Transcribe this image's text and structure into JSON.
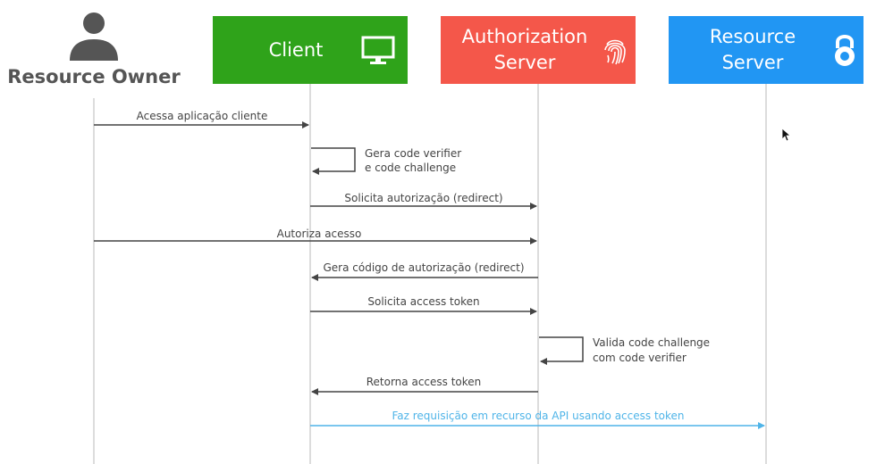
{
  "actors": [
    {
      "key": "owner",
      "label": "Resource Owner",
      "icon": "user-silhouette-icon"
    },
    {
      "key": "client",
      "label": "Client",
      "color": "#2fa31a",
      "icon": "monitor-icon"
    },
    {
      "key": "auth",
      "label": "Authorization\nServer",
      "color": "#f4574a",
      "icon": "fingerprint-icon"
    },
    {
      "key": "resource",
      "label": "Resource\nServer",
      "color": "#2196f3",
      "icon": "padlock-icon"
    }
  ],
  "messages": [
    {
      "from": "owner",
      "to": "client",
      "text": "Acessa aplicação cliente"
    },
    {
      "from": "client",
      "to": "client",
      "lines": [
        "Gera code verifier",
        "e code challenge"
      ]
    },
    {
      "from": "client",
      "to": "auth",
      "text": "Solicita autorização (redirect)"
    },
    {
      "from": "owner",
      "to": "auth",
      "text": "Autoriza acesso"
    },
    {
      "from": "auth",
      "to": "client",
      "text": "Gera código de autorização (redirect)"
    },
    {
      "from": "client",
      "to": "auth",
      "text": "Solicita access token"
    },
    {
      "from": "auth",
      "to": "auth",
      "lines": [
        "Valida code challenge",
        "com code verifier"
      ]
    },
    {
      "from": "auth",
      "to": "client",
      "text": "Retorna access token"
    },
    {
      "from": "client",
      "to": "resource",
      "text": "Faz requisição em recurso da API usando access token",
      "color": "#4fb4e8"
    }
  ],
  "colors": {
    "line": "#444444",
    "lifeline": "#d0d0d0",
    "highlight": "#4fb4e8"
  }
}
